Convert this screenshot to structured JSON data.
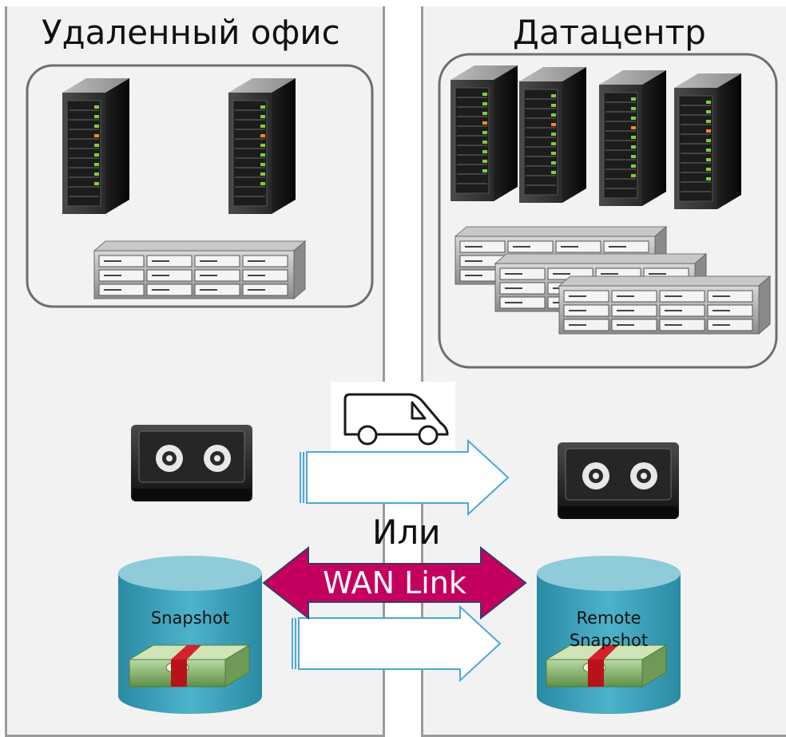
{
  "left_panel": {
    "title": "Удаленный офис",
    "snapshot_label": "Snapshot"
  },
  "right_panel": {
    "title": "Датацентр",
    "snapshot_label_line1": "Remote",
    "snapshot_label_line2": "Snapshot"
  },
  "or_label": "Или",
  "wan_link_label": "WAN Link",
  "colors": {
    "panel_bg": "#f2f2f2",
    "panel_border": "#9a9a9a",
    "wan_arrow": "#c4005e",
    "cylinder": "#3aa0b9",
    "cylinder_top": "#8fcbd9",
    "arrow_outline": "#4aa8dc"
  }
}
